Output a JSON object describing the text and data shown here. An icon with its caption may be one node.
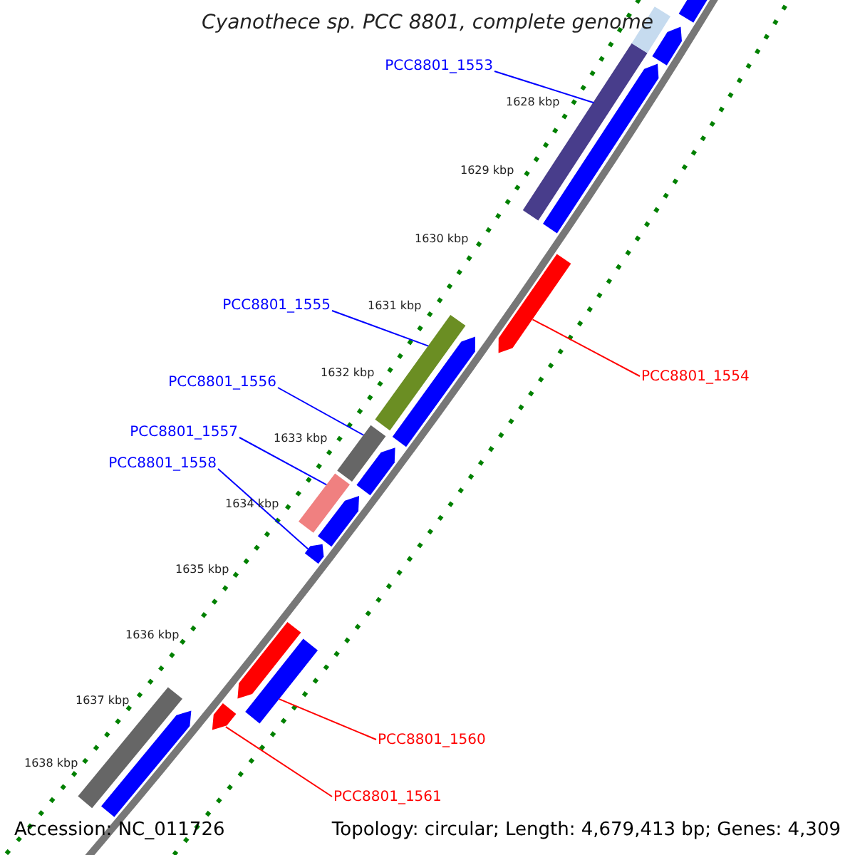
{
  "diagram": {
    "title": "Cyanothece sp. PCC 8801, complete genome",
    "nodes": [
      {
        "text": [
          "PCC8801_1553"
        ]
      },
      {
        "text": [],
        "shape": "bar"
      },
      {
        "text": [
          "PCC8801_1555"
        ]
      },
      {
        "text": [],
        "shape": "bar"
      },
      {
        "text": [
          "PCC8801_1554"
        ]
      },
      {
        "text": [],
        "shape": "bar"
      },
      {
        "text": [
          "PCC8801_1556"
        ]
      },
      {
        "text": [],
        "shape": "bar"
      },
      {
        "text": [
          "PCC8801_1557"
        ]
      },
      {
        "text": [],
        "shape": "bar"
      },
      {
        "text": [
          "PCC8801_1558"
        ]
      },
      {
        "text": [],
        "shape": "bar"
      },
      {
        "text": [
          "PCC8801_1560"
        ]
      },
      {
        "text": [],
        "shape": "bar"
      },
      {
        "text": [
          "PCC8801_1561"
        ]
      },
      {
        "text": [],
        "shape": "bar"
      },
      {
        "text": [],
        "shape": "bar"
      },
      {
        "text": [],
        "shape": "bar"
      },
      {
        "text": [],
        "shape": "bar"
      },
      {
        "text": [],
        "shape": "bar"
      },
      {
        "text": [],
        "shape": "bar"
      },
      {
        "text": [],
        "shape": "bar"
      },
      {
        "text": [],
        "shape": "bar"
      },
      {
        "text": [],
        "shape": "bar"
      },
      {
        "text": [],
        "shape": "bar"
      },
      {
        "text": [],
        "shape": "bar"
      }
    ],
    "edges": [
      {
        "from": 0,
        "to": 1,
        "arrow": "none"
      },
      {
        "from": 2,
        "to": 3,
        "arrow": "none"
      },
      {
        "from": 4,
        "to": 5,
        "arrow": "none",
        "color": "#ff0000"
      },
      {
        "from": 6,
        "to": 7,
        "arrow": "none"
      },
      {
        "from": 8,
        "to": 9,
        "arrow": "none"
      },
      {
        "from": 10,
        "to": 11,
        "arrow": "none"
      },
      {
        "from": 12,
        "to": 13,
        "arrow": "none",
        "color": "#ff0000"
      },
      {
        "from": 14,
        "to": 15,
        "arrow": "none",
        "color": "#ff0000"
      }
    ],
    "labels": [
      "1628 kbp",
      "1629 kbp",
      "1630 kbp",
      "1631 kbp",
      "1632 kbp",
      "1633 kbp",
      "1634 kbp",
      "1635 kbp",
      "1636 kbp",
      "1637 kbp",
      "1638 kbp",
      "Accession: NC_011726",
      "Topology: circular; Length: 4,679,413 bp; Genes: 4,309"
    ]
  }
}
